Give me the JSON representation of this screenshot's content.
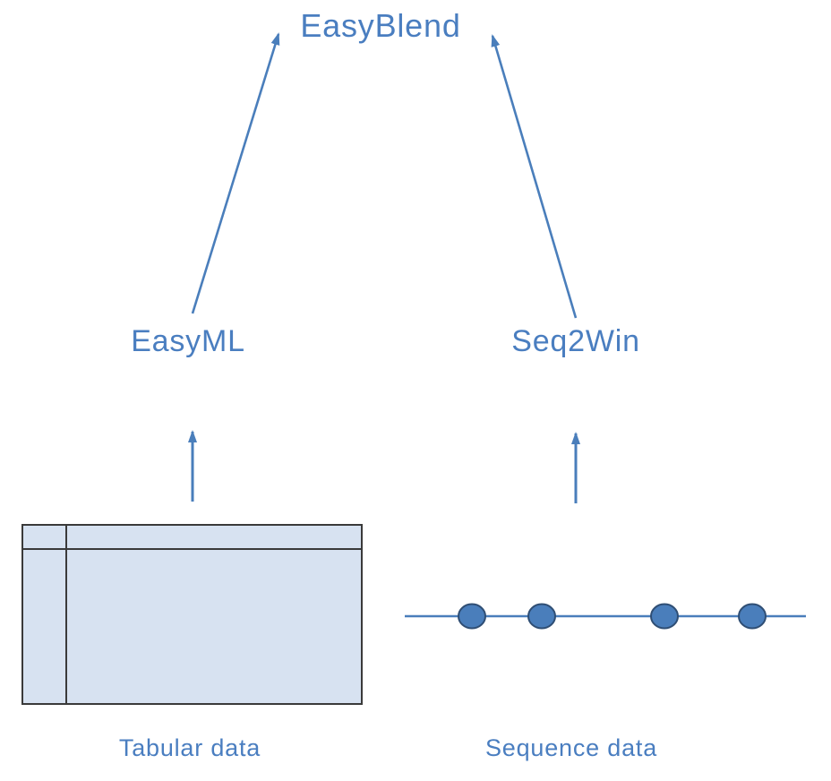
{
  "colors": {
    "accent": "#4a7ec0",
    "arrow": "#4a7ebb",
    "line": "#4a7ebb",
    "node_fill": "#4a7ebb",
    "node_stroke": "#2f4e74",
    "table_fill": "#d7e2f1",
    "table_border": "#3a3a3a"
  },
  "nodes": {
    "easyblend": {
      "label": "EasyBlend"
    },
    "easyml": {
      "label": "EasyML"
    },
    "seq2win": {
      "label": "Seq2Win"
    }
  },
  "inputs": {
    "tabular": {
      "label": "Tabular data"
    },
    "sequence": {
      "label": "Sequence data",
      "points": 4
    }
  },
  "edges": [
    {
      "from": "easyml",
      "to": "easyblend"
    },
    {
      "from": "seq2win",
      "to": "easyblend"
    },
    {
      "from": "tabular-data",
      "to": "easyml"
    },
    {
      "from": "sequence-data",
      "to": "seq2win"
    }
  ]
}
